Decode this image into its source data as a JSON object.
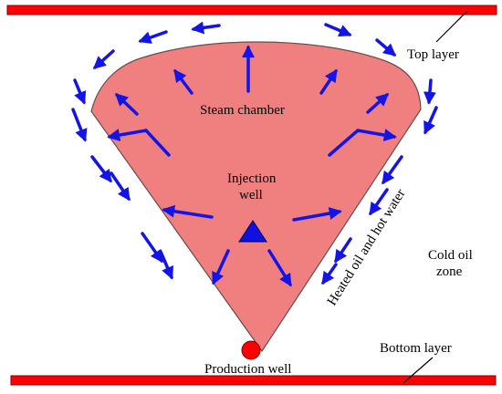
{
  "labels": {
    "top_layer": "Top layer",
    "bottom_layer": "Bottom layer",
    "steam_chamber": "Steam chamber",
    "injection_well_line1": "Injection",
    "injection_well_line2": "well",
    "cold_oil_line1": "Cold oil",
    "cold_oil_line2": "zone",
    "heated_oil": "Heated oil and hot water",
    "production_well": "Production well"
  },
  "colors": {
    "layer_bar": "#ff0000",
    "chamber_fill": "#f08080",
    "chamber_stroke": "#6b4a4a",
    "arrow": "#1414e6",
    "injection_well": "#1010e0",
    "production_well": "#ff0000",
    "text": "#000000"
  },
  "icons": {
    "injection_well": "triangle-icon",
    "production_well": "circle-icon"
  }
}
